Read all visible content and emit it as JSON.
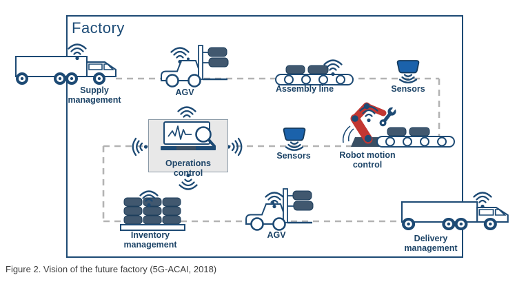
{
  "title": "Factory",
  "caption": "Figure 2. Vision of the future factory (5G-ACAI, 2018)",
  "nodes": {
    "supply": {
      "label": "Supply\nmanagement"
    },
    "agv_top": {
      "label": "AGV"
    },
    "assembly_line": {
      "label": "Assembly line"
    },
    "sensors_top": {
      "label": "Sensors"
    },
    "operations": {
      "label": "Operations\ncontrol"
    },
    "sensors_mid": {
      "label": "Sensors"
    },
    "robot": {
      "label": "Robot motion\ncontrol"
    },
    "inventory": {
      "label": "Inventory\nmanagement"
    },
    "agv_bottom": {
      "label": "AGV"
    },
    "delivery": {
      "label": "Delivery\nmanagement"
    }
  },
  "colors": {
    "outline_navy": "#1d4a74",
    "label_navy": "#1d4467",
    "robot_red": "#c23732",
    "sensor_blue": "#1b62ab",
    "cargo_slate": "#41586f",
    "dashed_connector_grey": "#b3b3b3",
    "operations_box_fill": "#e8e8e8",
    "caption_grey": "#3c3c3c"
  }
}
